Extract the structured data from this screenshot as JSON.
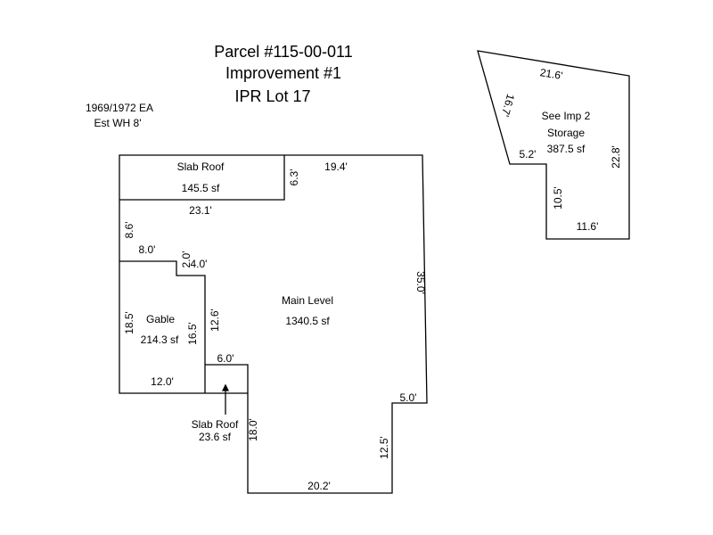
{
  "title": {
    "line1": "Parcel #115-00-011",
    "line2": "Improvement #1",
    "line3": "IPR Lot 17"
  },
  "notes": {
    "year": "1969/1972 EA",
    "wall_height": "Est WH 8'"
  },
  "areas": {
    "slab_roof_top": {
      "name": "Slab Roof",
      "area": "145.5 sf"
    },
    "main": {
      "name": "Main Level",
      "area": "1340.5 sf"
    },
    "gable": {
      "name": "Gable",
      "area": "214.3 sf"
    },
    "slab_roof_small": {
      "name": "Slab Roof",
      "area": "23.6 sf"
    },
    "storage": {
      "ref": "See Imp 2",
      "name": "Storage",
      "area": "387.5 sf"
    }
  },
  "dimensions": {
    "d6_3": "6.3'",
    "d19_4": "19.4'",
    "d23_1": "23.1'",
    "d8_6": "8.6'",
    "d8_0": "8.0'",
    "d2_0": "2.0'",
    "d4_0": "4.0'",
    "d35_0": "35.0'",
    "d18_5": "18.5'",
    "d16_5": "16.5'",
    "d12_6": "12.6'",
    "d6_0": "6.0'",
    "d12_0": "12.0'",
    "d5_0": "5.0'",
    "d18_0": "18.0'",
    "d12_5": "12.5'",
    "d20_2": "20.2'",
    "s21_6": "21.6'",
    "s16_7": "16.7'",
    "s5_2": "5.2'",
    "s22_8": "22.8'",
    "s10_5": "10.5'",
    "s11_6": "11.6'"
  }
}
